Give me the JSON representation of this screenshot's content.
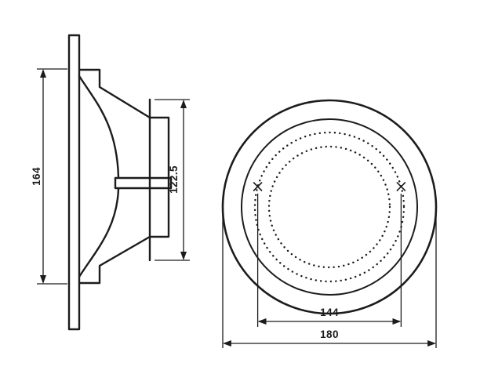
{
  "page": {
    "background": "#ffffff"
  },
  "drawing": {
    "type": "technical-dimension-drawing",
    "subject": "ceiling-speaker-two-views",
    "line_color": "#1c1c1c",
    "views": {
      "side": {
        "name": "side-section-view",
        "dimensions": {
          "flange_height": "164",
          "mounting_depth": "122.5"
        }
      },
      "front": {
        "name": "front-view",
        "dimensions": {
          "mounting_hole_circle": "144",
          "outer_diameter": "180"
        },
        "screw_marks": 2
      }
    }
  }
}
